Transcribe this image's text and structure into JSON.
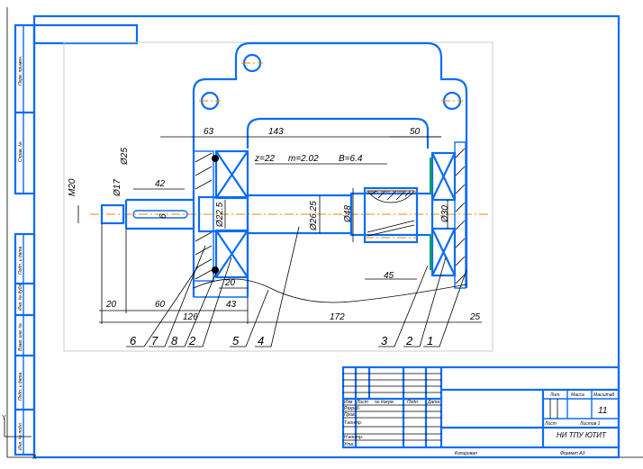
{
  "side_stamp": [
    "Перв. примен.",
    "Справ. №",
    "Подп. и дата",
    "Инв. № дубл.",
    "Взам. инв. №",
    "Подп. и дата",
    "Инв. № подл."
  ],
  "gear_params": {
    "z": "z=22",
    "m": "m=2.02",
    "b": "B=6.4"
  },
  "dimensions": {
    "d63": "63",
    "d143": "143",
    "d50": "50",
    "d42": "42",
    "d6": "6",
    "dia25": "Ø25",
    "dia17": "Ø17",
    "m20": "M20",
    "dia22_5": "Ø22.5",
    "dia26_25": "Ø26.25",
    "dia48": "Ø48",
    "dia30": "Ø30",
    "d20a": "20",
    "d60": "60",
    "d126": "126",
    "d43": "43",
    "d20b": "20",
    "d172": "172",
    "d25": "25",
    "d45": "45"
  },
  "part_labels": [
    "6",
    "7",
    "8",
    "2",
    "5",
    "4",
    "3",
    "2",
    "1"
  ],
  "title_block": {
    "col_headers": [
      "Изм",
      "Лист",
      "№ докум.",
      "Подп.",
      "Дата"
    ],
    "rows": [
      "Разраб.",
      "Пров.",
      "Т.контр.",
      "",
      "Н.контр.",
      "Утв."
    ],
    "lit": "Лит.",
    "mass": "Масса",
    "scale": "Масштаб",
    "scale_value": "11",
    "sheet": "Лист",
    "sheets": "Листов 1",
    "org": "НИ ТПУ ЮТИТ",
    "copied": "Копировал",
    "format": "Формат  A3"
  },
  "axis": {
    "x": "X",
    "y": "Y"
  }
}
